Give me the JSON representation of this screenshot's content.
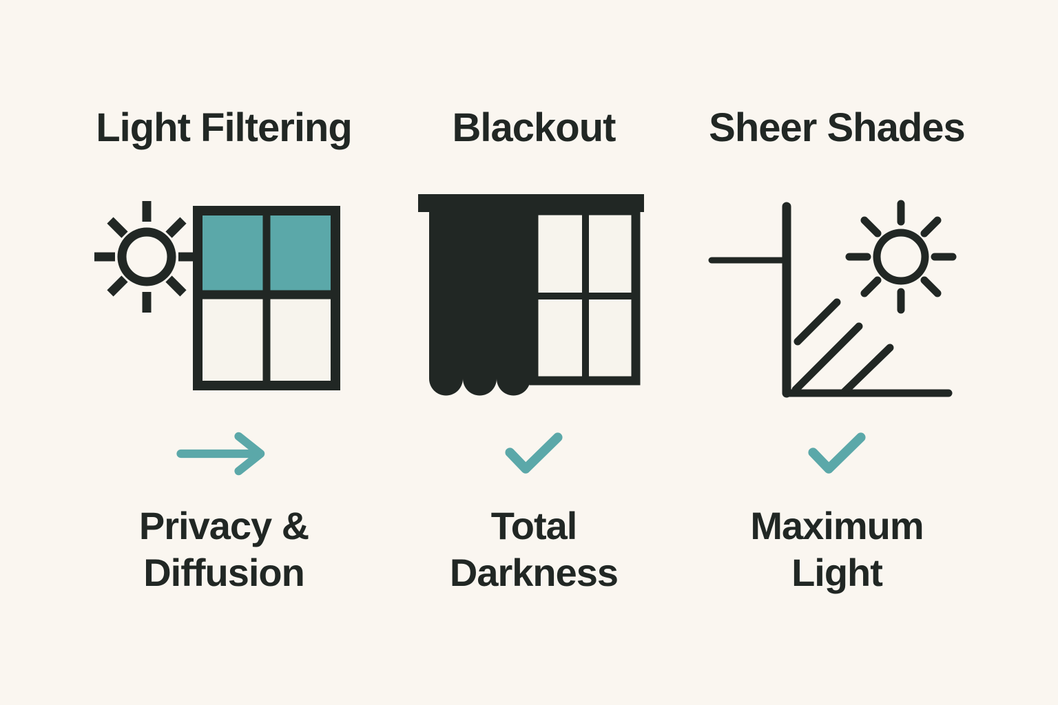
{
  "theme": {
    "background": "#faf6f0",
    "ink": "#212724",
    "accent_teal": "#5ba8a9",
    "pane_white": "#f7f4ed"
  },
  "columns": [
    {
      "id": "light-filtering",
      "title": "Light Filtering",
      "icon": "sun-window-icon",
      "indicator": "arrow-right",
      "result_line1": "Privacy &",
      "result_line2": "Diffusion"
    },
    {
      "id": "blackout",
      "title": "Blackout",
      "icon": "blackout-curtain-window-icon",
      "indicator": "checkmark",
      "result_line1": "Total",
      "result_line2": "Darkness"
    },
    {
      "id": "sheer-shades",
      "title": "Sheer Shades",
      "icon": "corner-sun-rays-icon",
      "indicator": "checkmark",
      "result_line1": "Maximum",
      "result_line2": "Light"
    }
  ]
}
